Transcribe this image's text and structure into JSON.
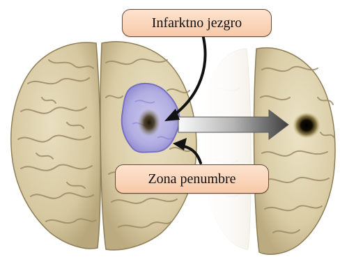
{
  "labels": {
    "infarct_core": "Infarktno  jezgro",
    "penumbra_zone": "Zona penumbre"
  },
  "colors": {
    "background": "#ffffff",
    "brain_tissue": "#dccfa9",
    "brain_shadow": "#9c8b66",
    "penumbra": "#a9a8e6",
    "penumbra_edge": "#7d76c8",
    "infarct_core": "#2a2008",
    "label_fill": "#f7c9a8",
    "label_border": "#6b4a3a",
    "arrow_dark": "#4a4a4a",
    "arrow_light": "#f2f2f2"
  },
  "icons": [
    "brain-left-hemisphere",
    "brain-right-hemisphere",
    "faded-brain-hemisphere",
    "focused-brain-hemisphere",
    "horizontal-gradient-arrow",
    "curved-pointer-arrows"
  ]
}
